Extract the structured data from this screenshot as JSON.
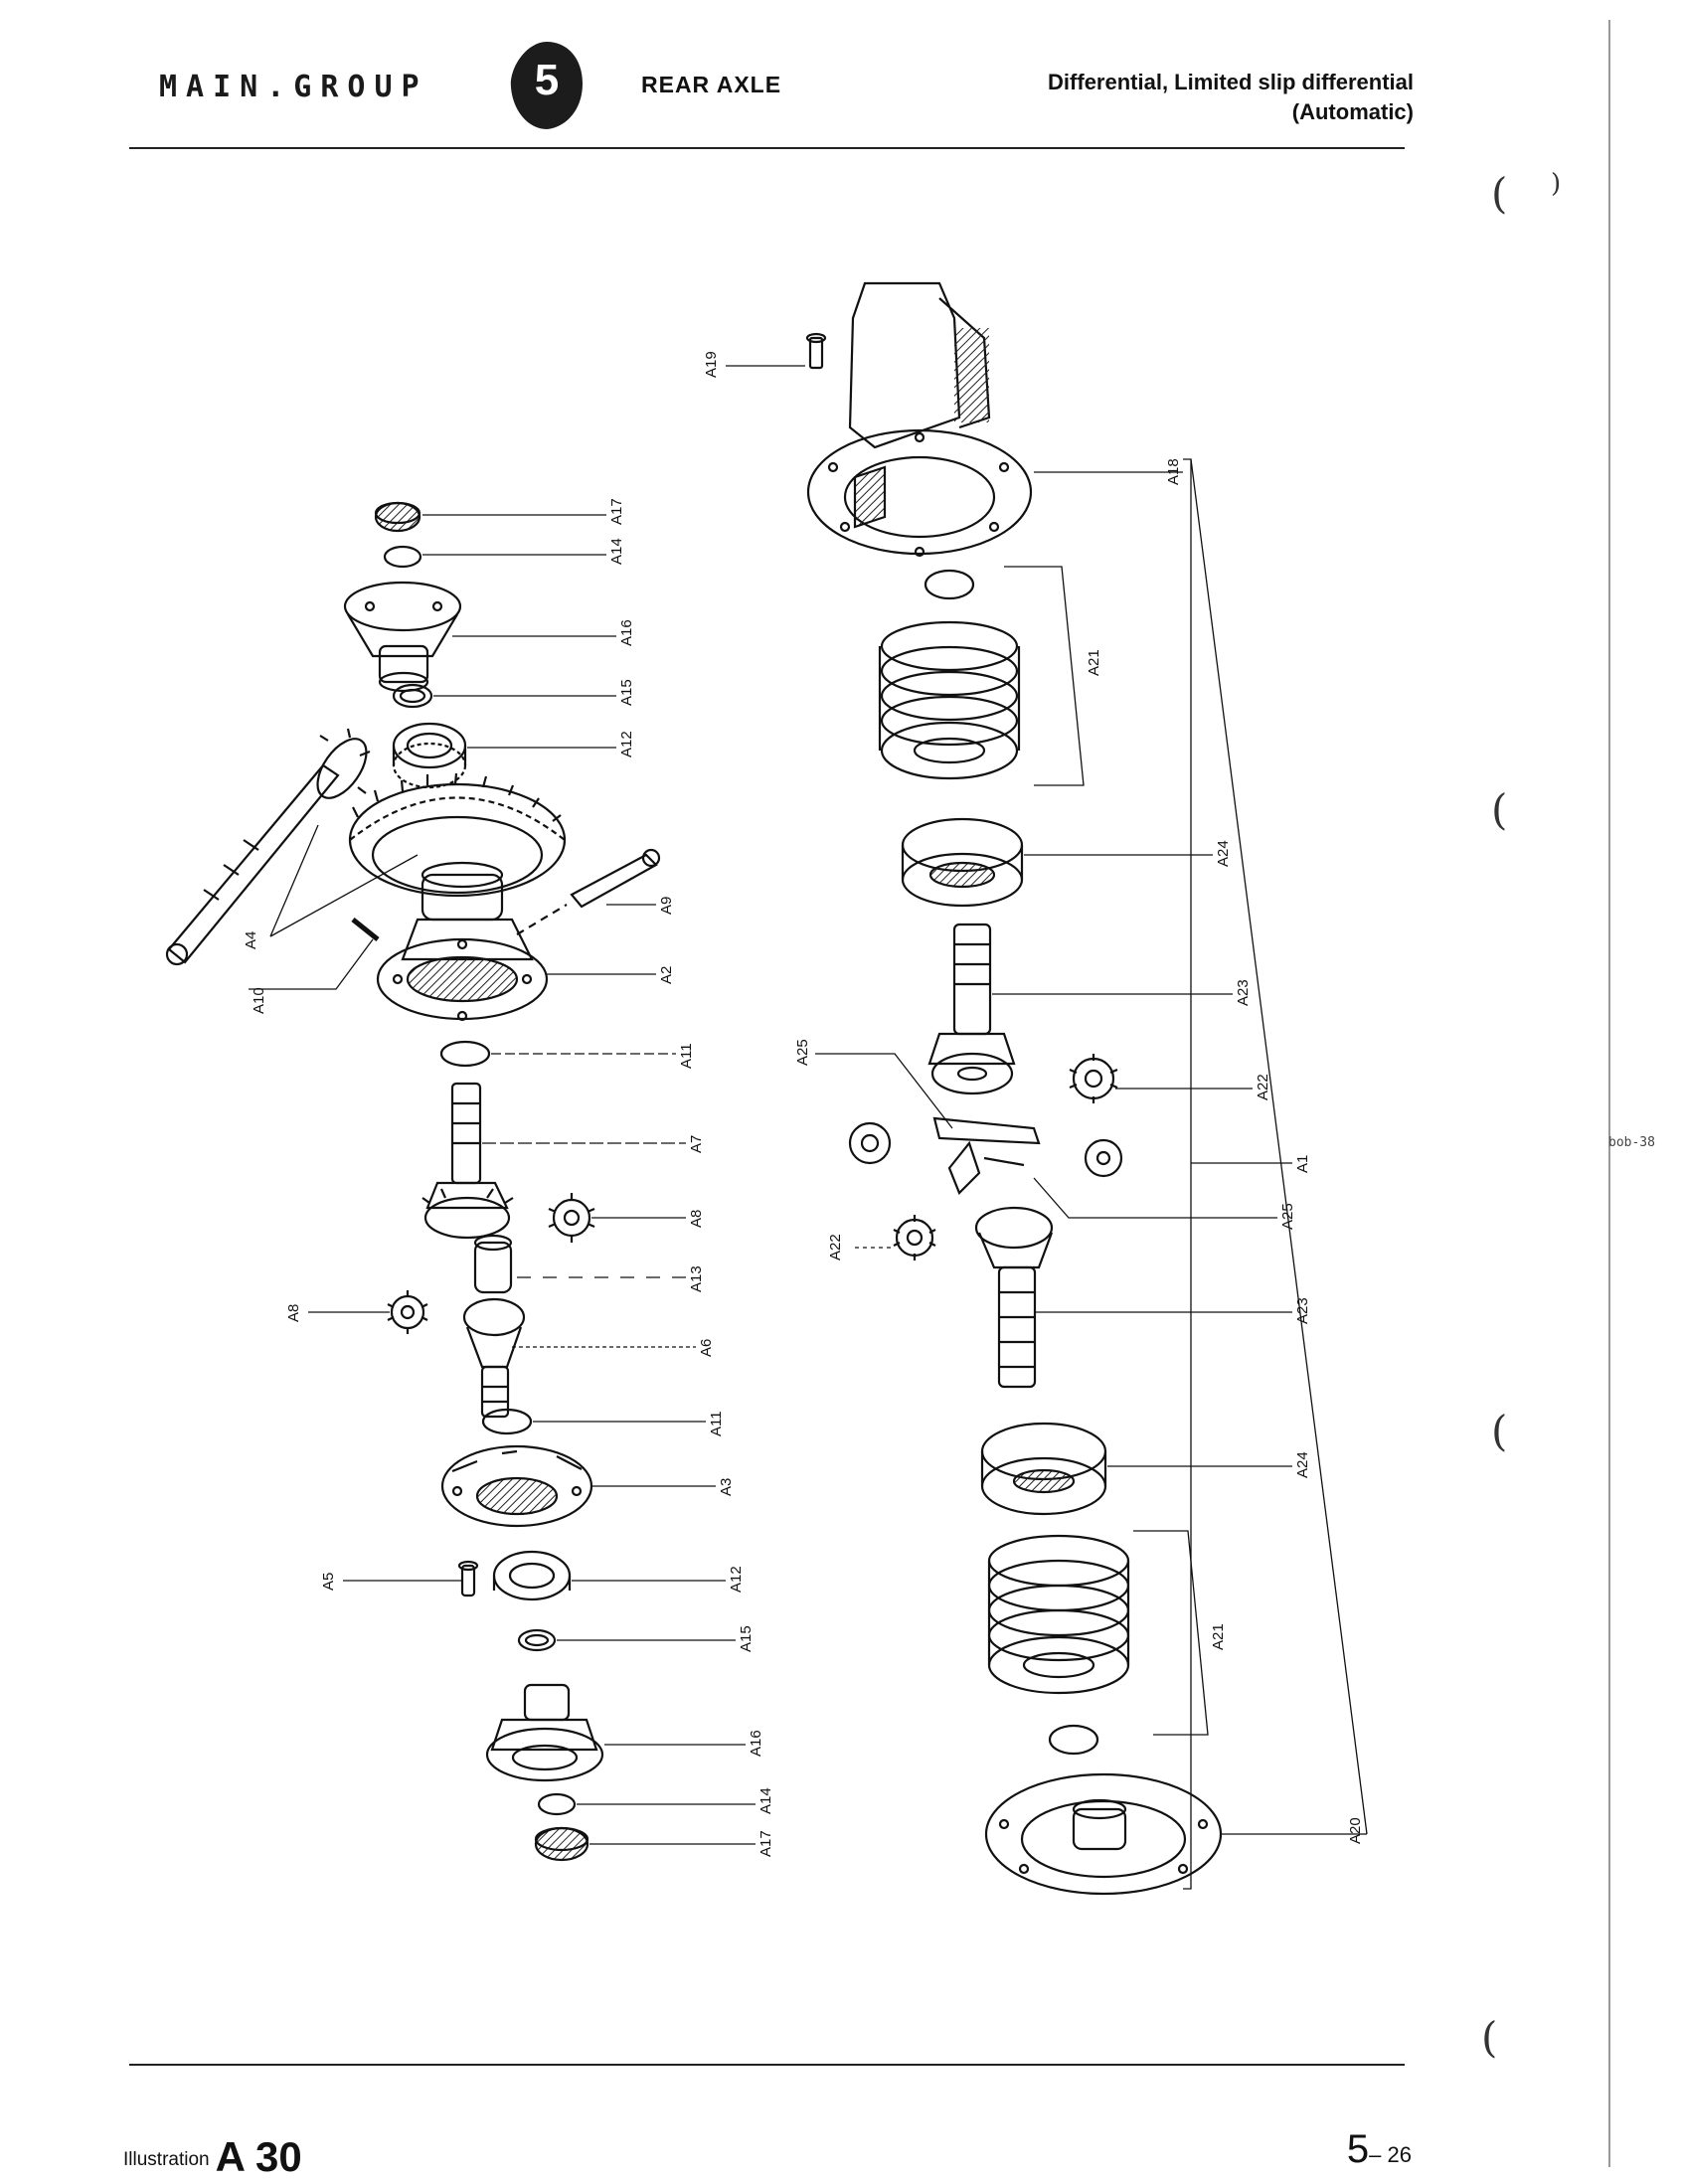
{
  "header": {
    "main_group": "MAIN.GROUP",
    "group_number": "5",
    "section": "REAR AXLE",
    "subtitle_line1": "Differential, Limited slip differential",
    "subtitle_line2": "(Automatic)"
  },
  "side": {
    "tag": "bob-38"
  },
  "callouts": {
    "A1": "A1",
    "A2": "A2",
    "A3": "A3",
    "A4": "A4",
    "A5": "A5",
    "A6": "A6",
    "A7": "A7",
    "A8": "A8",
    "A9": "A9",
    "A10": "A10",
    "A11": "A11",
    "A12": "A12",
    "A13": "A13",
    "A14": "A14",
    "A15": "A15",
    "A16": "A16",
    "A17": "A17",
    "A18": "A18",
    "A19": "A19",
    "A20": "A20",
    "A21": "A21",
    "A22": "A22",
    "A23": "A23",
    "A24": "A24",
    "A25": "A25"
  },
  "footer": {
    "illustration_label": "Illustration",
    "illustration_number": "A 30",
    "page_main": "5",
    "page_sub": "– 26"
  }
}
